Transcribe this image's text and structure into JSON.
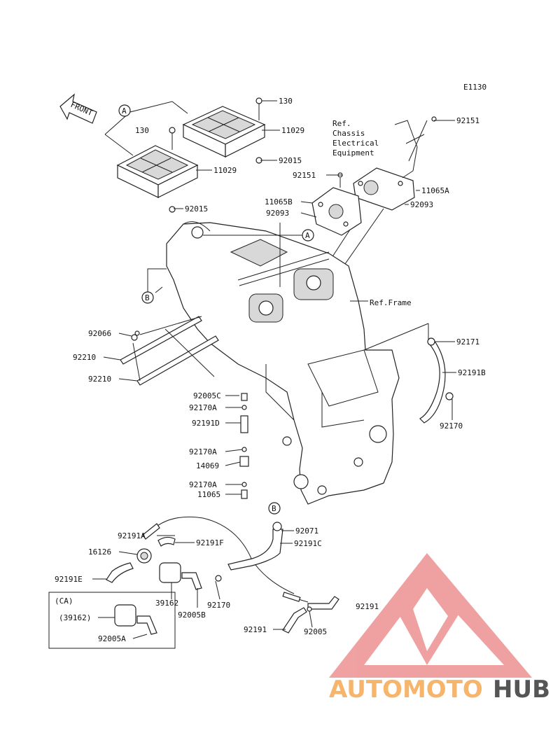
{
  "diagram_code": "E1130",
  "front_arrow": "FRONT",
  "ref_labels": {
    "chassis": [
      "Ref.",
      "Chassis",
      "Electrical",
      "Equipment"
    ],
    "frame": "Ref.Frame"
  },
  "circle_markers": [
    "A",
    "A",
    "B",
    "B"
  ],
  "ca_box_title": "(CA)",
  "parts": [
    {
      "id": "p130a",
      "text": "130"
    },
    {
      "id": "p130b",
      "text": "130"
    },
    {
      "id": "p11029a",
      "text": "11029"
    },
    {
      "id": "p11029b",
      "text": "11029"
    },
    {
      "id": "p92015a",
      "text": "92015"
    },
    {
      "id": "p92015b",
      "text": "92015"
    },
    {
      "id": "p92151a",
      "text": "92151"
    },
    {
      "id": "p92151b",
      "text": "92151"
    },
    {
      "id": "p11065A",
      "text": "11065A"
    },
    {
      "id": "p11065B",
      "text": "11065B"
    },
    {
      "id": "p92093a",
      "text": "92093"
    },
    {
      "id": "p92093b",
      "text": "92093"
    },
    {
      "id": "p92066",
      "text": "92066"
    },
    {
      "id": "p92210a",
      "text": "92210"
    },
    {
      "id": "p92210b",
      "text": "92210"
    },
    {
      "id": "p92171",
      "text": "92171"
    },
    {
      "id": "p92191B",
      "text": "92191B"
    },
    {
      "id": "p92170",
      "text": "92170"
    },
    {
      "id": "p92005C",
      "text": "92005C"
    },
    {
      "id": "p92170Aa",
      "text": "92170A"
    },
    {
      "id": "p92191D",
      "text": "92191D"
    },
    {
      "id": "p92170Ab",
      "text": "92170A"
    },
    {
      "id": "p14069",
      "text": "14069"
    },
    {
      "id": "p92170Ac",
      "text": "92170A"
    },
    {
      "id": "p11065",
      "text": "11065"
    },
    {
      "id": "p92071",
      "text": "92071"
    },
    {
      "id": "p92191C",
      "text": "92191C"
    },
    {
      "id": "p92191A",
      "text": "92191A"
    },
    {
      "id": "p92191F",
      "text": "92191F"
    },
    {
      "id": "p16126",
      "text": "16126"
    },
    {
      "id": "p92191E",
      "text": "92191E"
    },
    {
      "id": "p39162",
      "text": "39162"
    },
    {
      "id": "p92170b",
      "text": "92170"
    },
    {
      "id": "p92005B",
      "text": "92005B"
    },
    {
      "id": "p92191a",
      "text": "92191"
    },
    {
      "id": "p92191b",
      "text": "92191"
    },
    {
      "id": "p92005",
      "text": "92005"
    },
    {
      "id": "p39162ca",
      "text": "(39162)"
    },
    {
      "id": "p92005A",
      "text": "92005A"
    }
  ],
  "watermark": {
    "part1": "AUTOMOTO",
    "part2": "HUB",
    "color1": "#f6b56b",
    "color2": "#555555",
    "logo_color": "#ec8a8a"
  }
}
